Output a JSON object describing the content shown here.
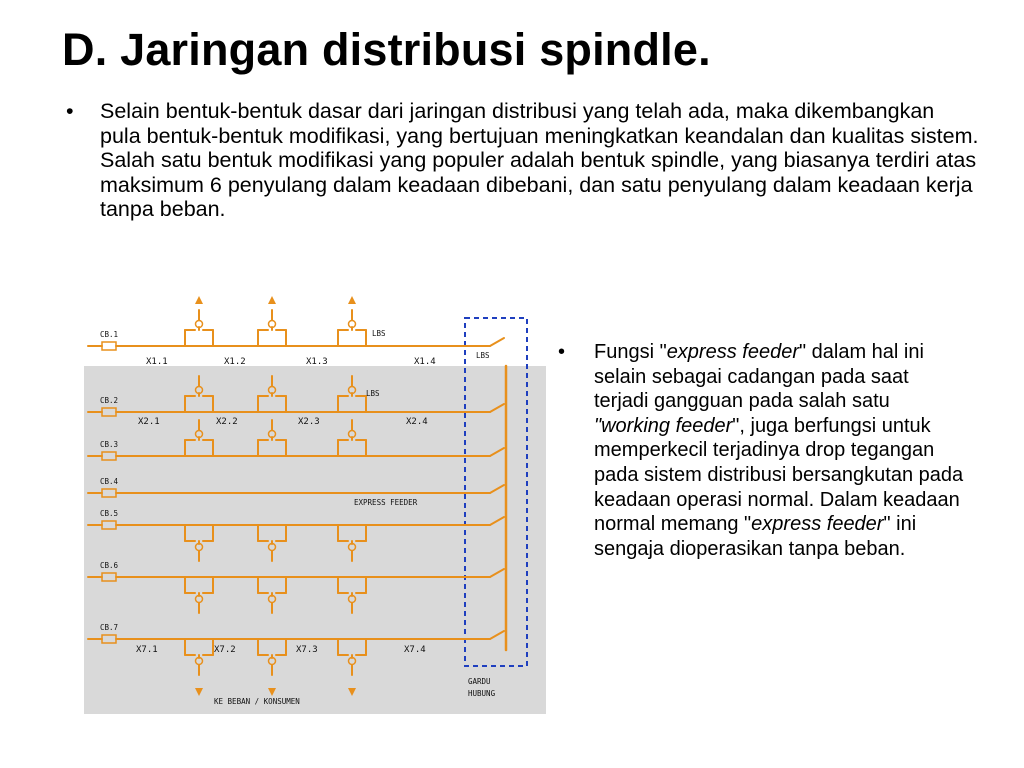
{
  "slide": {
    "title": "D. Jaringan distribusi spindle.",
    "bullet_char": "•",
    "main_text": "Selain bentuk-bentuk dasar dari jaringan distribusi yang telah ada, maka dikembangkan pula bentuk-bentuk modifikasi, yang bertujuan meningkatkan keandalan dan kualitas sistem. Salah satu bentuk modifikasi yang populer adalah bentuk spindle, yang biasanya terdiri atas maksimum 6 penyulang dalam keadaan dibebani, dan satu penyulang dalam keadaan kerja tanpa beban.",
    "side": {
      "p1": "Fungsi \"",
      "em1": "express feeder",
      "p2": "\" dalam hal ini selain sebagai cadangan pada saat terjadi gangguan pada salah satu ",
      "em2": "\"working feeder",
      "p3": "\", juga berfungsi untuk memperkecil terjadinya drop tegangan pada sistem distribusi bersangkutan pada keadaan operasi normal. Dalam keadaan normal memang \"",
      "em3": "express feeder",
      "p4": "\" ini sengaja dioperasikan tanpa beban."
    }
  },
  "diagram": {
    "colors": {
      "line": "#e8901c",
      "background": "#d9d9d9",
      "box": "#1f3fbf",
      "text": "#111111"
    },
    "breakers": [
      "CB.1",
      "CB.2",
      "CB.3",
      "CB.4",
      "CB.5",
      "CB.6",
      "CB.7"
    ],
    "lbs_labels": [
      "LBS",
      "LBS",
      "LBS"
    ],
    "section_labels": {
      "row1": [
        "X1.1",
        "X1.2",
        "X1.3",
        "X1.4"
      ],
      "row2": [
        "X2.1",
        "X2.2",
        "X2.3",
        "X2.4"
      ],
      "row7": [
        "X7.1",
        "X7.2",
        "X7.3",
        "X7.4"
      ]
    },
    "express_feeder_label": "EXPRESS FEEDER",
    "load_label": "KE BEBAN / KONSUMEN",
    "gardu_label_1": "GARDU",
    "gardu_label_2": "HUBUNG"
  }
}
